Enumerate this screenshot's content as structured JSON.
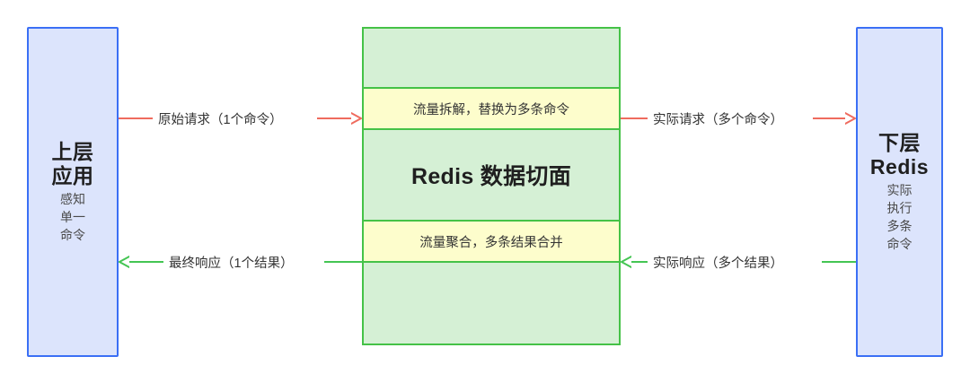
{
  "colors": {
    "blue_fill": "#dce4fc",
    "blue_border": "#3b6ff5",
    "green_fill": "#d5f0d5",
    "green_border": "#45c247",
    "yellow_fill": "#fdfdcc",
    "arrow_red": "#ef6b5e",
    "arrow_green": "#44c553",
    "text": "#333333"
  },
  "left_box": {
    "title_line1": "上层",
    "title_line2": "应用",
    "sub_line1": "感知",
    "sub_line2": "单一",
    "sub_line3": "命令"
  },
  "right_box": {
    "title_line1": "下层",
    "title_line2": "Redis",
    "sub_line1": "实际",
    "sub_line2": "执行",
    "sub_line3": "多条",
    "sub_line4": "命令"
  },
  "center_box": {
    "split_band": "流量拆解，替换为多条命令",
    "core_title": "Redis 数据切面",
    "merge_band": "流量聚合，多条结果合并"
  },
  "arrows": {
    "request_left": {
      "label": "原始请求（1个命令）",
      "color": "#ef6b5e",
      "direction": "right"
    },
    "request_right": {
      "label": "实际请求（多个命令）",
      "color": "#ef6b5e",
      "direction": "right"
    },
    "response_left": {
      "label": "最终响应（1个结果）",
      "color": "#44c553",
      "direction": "left"
    },
    "response_right": {
      "label": "实际响应（多个结果）",
      "color": "#44c553",
      "direction": "left"
    }
  }
}
